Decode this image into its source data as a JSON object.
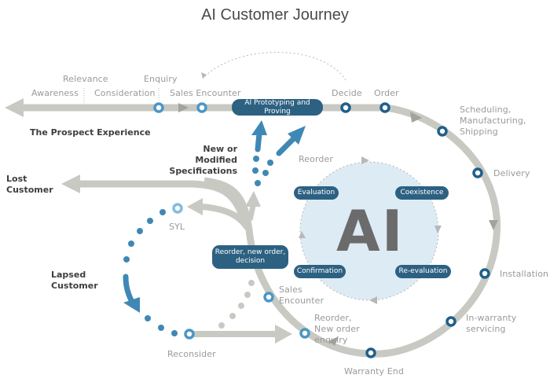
{
  "title": "AI Customer Journey",
  "colors": {
    "track": "#c9c9c3",
    "arrow_gray": "#a3a39c",
    "node_blue": "#4a96c6",
    "node_dark": "#1f5f8b",
    "pill_bg": "#2d6182",
    "circle_fill": "#ddebf4",
    "accent_arrow": "#3f88b5",
    "text_gray": "#9a9a9a",
    "text_dark": "#3e3e3e"
  },
  "prospect": {
    "heading": "The Prospect Experience",
    "stages": [
      "Awareness",
      "Relevance",
      "Consideration",
      "Enquiry",
      "Sales Encounter",
      "Decide",
      "Order"
    ]
  },
  "fulfilment": {
    "stages": [
      "Scheduling, Manufacturing, Shipping",
      "Delivery",
      "Installation",
      "In-warranty servicing",
      "Warranty End",
      "Reorder, New order enquiry",
      "Sales Encounter"
    ]
  },
  "pills": {
    "prototyping": "AI Prototyping and Proving",
    "reorder_decision": "Reorder, new order, decision",
    "evaluation": "Evaluation",
    "coexistence": "Coexistence",
    "confirmation": "Confirmation",
    "reevaluation": "Re-evaluation"
  },
  "center": {
    "label": "AI",
    "reorder": "Reorder"
  },
  "branches": {
    "lost_customer": "Lost Customer",
    "lapsed_customer": "Lapsed Customer",
    "syl": "SYL",
    "reconsider": "Reconsider",
    "new_specs": "New or Modified Specifications"
  }
}
